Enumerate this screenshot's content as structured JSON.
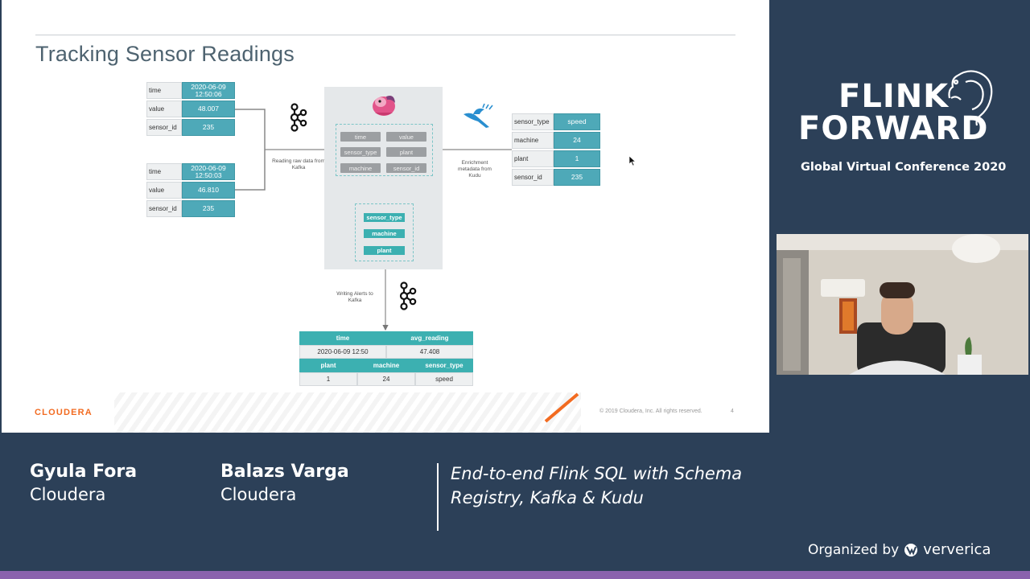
{
  "slide": {
    "title": "Tracking Sensor Readings",
    "input_record_1": [
      {
        "key": "time",
        "value": "2020-06-09 12:50:06"
      },
      {
        "key": "value",
        "value": "48.007"
      },
      {
        "key": "sensor_id",
        "value": "235"
      }
    ],
    "input_record_2": [
      {
        "key": "time",
        "value": "2020-06-09 12:50:03"
      },
      {
        "key": "value",
        "value": "46.810"
      },
      {
        "key": "sensor_id",
        "value": "235"
      }
    ],
    "enrichment_record": [
      {
        "key": "sensor_type",
        "value": "speed"
      },
      {
        "key": "machine",
        "value": "24"
      },
      {
        "key": "plant",
        "value": "1"
      },
      {
        "key": "sensor_id",
        "value": "235"
      }
    ],
    "flink_fields": [
      "time",
      "value",
      "sensor_type",
      "plant",
      "machine",
      "sensor_id"
    ],
    "flink_output_fields": [
      "sensor_type",
      "machine",
      "plant"
    ],
    "caption_read": "Reading raw data from Kafka",
    "caption_enrich": "Enrichment metadata from Kudu",
    "caption_write": "Writing Alerts to Kafka",
    "output_table": {
      "head1": [
        "time",
        "avg_reading"
      ],
      "row1": [
        "2020-06-09 12:50",
        "47.408"
      ],
      "head2": [
        "plant",
        "machine",
        "sensor_type"
      ],
      "row2": [
        "1",
        "24",
        "speed"
      ]
    },
    "footer_brand": "CLOUDERA",
    "copyright": "© 2019 Cloudera, Inc. All rights reserved.",
    "page_number": "4"
  },
  "event": {
    "logo_line1": "FLINK",
    "logo_line2": "FORWARD",
    "subtitle": "Global Virtual Conference 2020"
  },
  "speakers": [
    {
      "name": "Gyula Fora",
      "org": "Cloudera"
    },
    {
      "name": "Balazs Varga",
      "org": "Cloudera"
    }
  ],
  "talk_title_line1": "End-to-end Flink SQL with Schema",
  "talk_title_line2": "Registry, Kafka & Kudu",
  "organized_by": "Organized by",
  "organizer": "ververica",
  "colors": {
    "background": "#2c4058",
    "accent_teal": "#4ea9b8",
    "cloudera_orange": "#f26b21",
    "bottom_bar": "#8a62ad"
  }
}
